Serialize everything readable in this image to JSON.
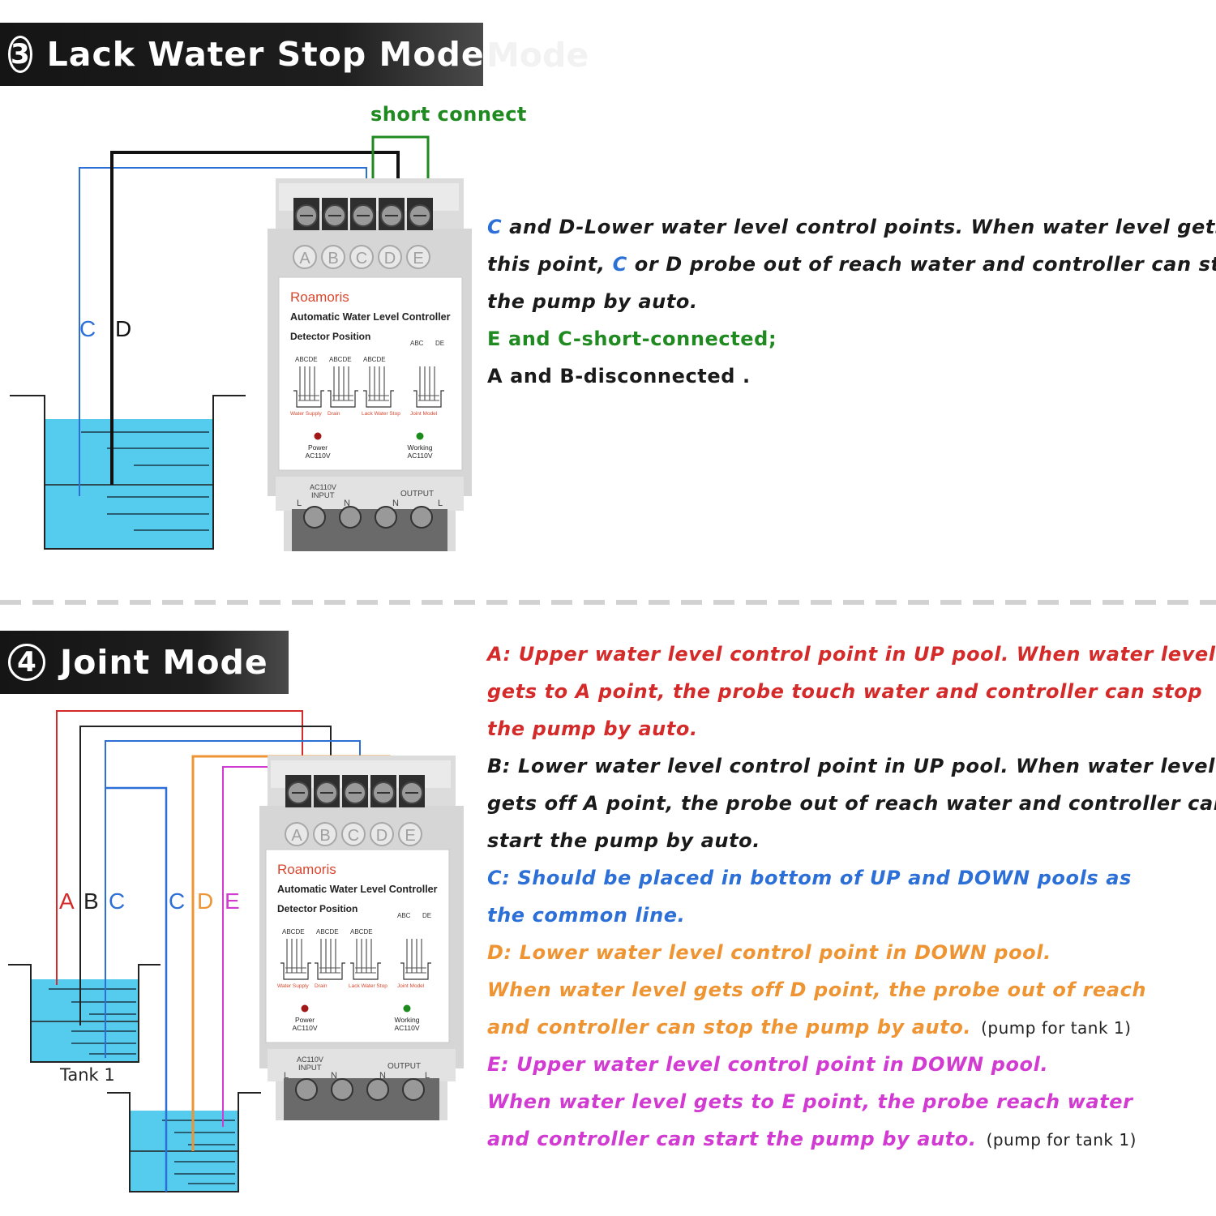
{
  "section3": {
    "number": "3",
    "title": "Lack Water Stop Mode",
    "ghost": "Mode",
    "short_connect": "short connect",
    "wire_labels": [
      "C",
      "D"
    ],
    "desc": {
      "l1_c": "C",
      "l1_rest": " and D-Lower water level control points. When water level gets off",
      "l2_a": "this point, ",
      "l2_c": "C",
      "l2_rest": " or D probe out of reach water and controller can stop",
      "l3": "the pump by auto.",
      "l4": "E and C-short-connected;",
      "l5": "A and B-disconnected ."
    }
  },
  "section4": {
    "number": "4",
    "title": "Joint Mode",
    "wire_labels": [
      "A",
      "B",
      "C",
      "C",
      "D",
      "E"
    ],
    "tank_label": "Tank 1",
    "desc": {
      "a1": "A:  Upper water level control point in UP pool. When water level",
      "a2": "gets to A point, the probe touch water and controller can stop",
      "a3": "the pump by auto.",
      "b1": "B:  Lower water level control point in UP pool. When water level",
      "b2": "gets off A point, the probe out of reach water and controller can",
      "b3": "start the pump by auto.",
      "c1": "C:  Should be placed in bottom of UP and DOWN pools as",
      "c2": "the common line.",
      "d1": "D:  Lower water level control point in DOWN pool.",
      "d2": "When water level gets off D point,  the probe out of reach",
      "d3": "and controller can stop the pump by auto.",
      "d3_note": "(pump for tank 1)",
      "e1": "E: Upper water level control point in DOWN pool.",
      "e2": "When water level gets to E point, the probe reach water",
      "e3": "and controller can start the pump by auto.",
      "e3_note": "(pump for tank 1)"
    }
  },
  "device": {
    "terminals": [
      "A",
      "B",
      "C",
      "D",
      "E"
    ],
    "brand": "Roamoris",
    "product": "Automatic Water Level Controller",
    "detector": "Detector Position",
    "abcde": "ABCDE",
    "abc": "ABC",
    "de": "DE",
    "modes": [
      "Water Supply",
      "Drain",
      "Lack Water Stop",
      "Joint Model"
    ],
    "power_label": "Power",
    "working_label": "Working",
    "voltage": "AC110V",
    "input_label": "INPUT",
    "output_label": "OUTPUT",
    "L": "L",
    "N": "N"
  },
  "colors": {
    "blue": "#2c6fd6",
    "red": "#d42a2a",
    "orange": "#ee9433",
    "magenta": "#d23bd2",
    "green": "#1f8a1f",
    "water": "#55ccee"
  }
}
